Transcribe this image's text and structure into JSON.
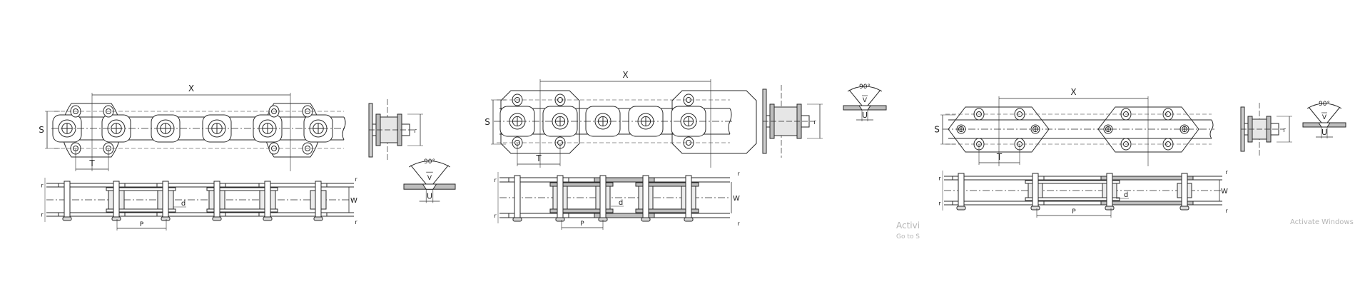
{
  "drawings": [
    {
      "name": "chain-drawing-1",
      "labels": {
        "X": "X",
        "S": "S",
        "T": "T",
        "p": "P",
        "d": "d",
        "W": "W",
        "r": "r",
        "angle": "90°",
        "V": "V",
        "U": "U"
      }
    },
    {
      "name": "chain-drawing-2",
      "labels": {
        "X": "X",
        "S": "S",
        "T": "T",
        "p": "P",
        "d": "d",
        "W": "W",
        "r": "r",
        "angle": "90°",
        "V": "V",
        "U": "U"
      }
    },
    {
      "name": "chain-drawing-3",
      "labels": {
        "X": "X",
        "S": "S",
        "T": "T",
        "p": "P",
        "d": "d",
        "W": "W",
        "r": "r",
        "angle": "90°",
        "V": "V",
        "U": "U"
      }
    }
  ],
  "watermarks": {
    "activate_short": "Activi",
    "goto_short": "Go to S",
    "activate_full": "Activate Windows"
  },
  "colors": {
    "line": "#2a2a2a",
    "gray_fill": "#bdbdbd",
    "watermark": "#b5b5b5"
  }
}
